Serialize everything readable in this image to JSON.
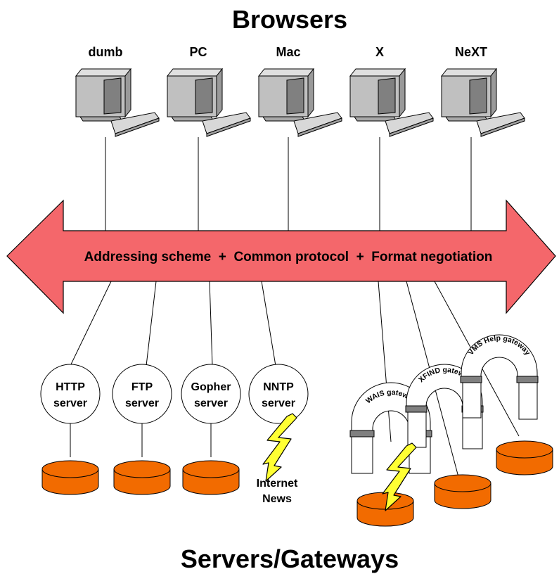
{
  "titles": {
    "top": "Browsers",
    "bottom": "Servers/Gateways"
  },
  "browsers": [
    {
      "label": "dumb"
    },
    {
      "label": "PC"
    },
    {
      "label": "Mac"
    },
    {
      "label": "X"
    },
    {
      "label": "NeXT"
    }
  ],
  "band": {
    "text": "Addressing scheme  +  Common protocol  +  Format negotiation",
    "fill": "#f4676b"
  },
  "servers": [
    {
      "line1": "HTTP",
      "line2": "server"
    },
    {
      "line1": "FTP",
      "line2": "server"
    },
    {
      "line1": "Gopher",
      "line2": "server"
    },
    {
      "line1": "NNTP",
      "line2": "server"
    }
  ],
  "gateways": [
    {
      "label": "WAIS gateway"
    },
    {
      "label": "XFIND gateway"
    },
    {
      "label": "VMS Help gateway"
    }
  ],
  "news": {
    "line1": "Internet",
    "line2": "News"
  },
  "colors": {
    "disk": "#f26b00",
    "disk_dark": "#b84f00",
    "lightning": "#ffff33",
    "monitor": "#c0c0c0",
    "screen": "#808080"
  },
  "icons": {
    "computer": "computer-icon",
    "database": "database-icon",
    "lightning": "lightning-icon"
  }
}
